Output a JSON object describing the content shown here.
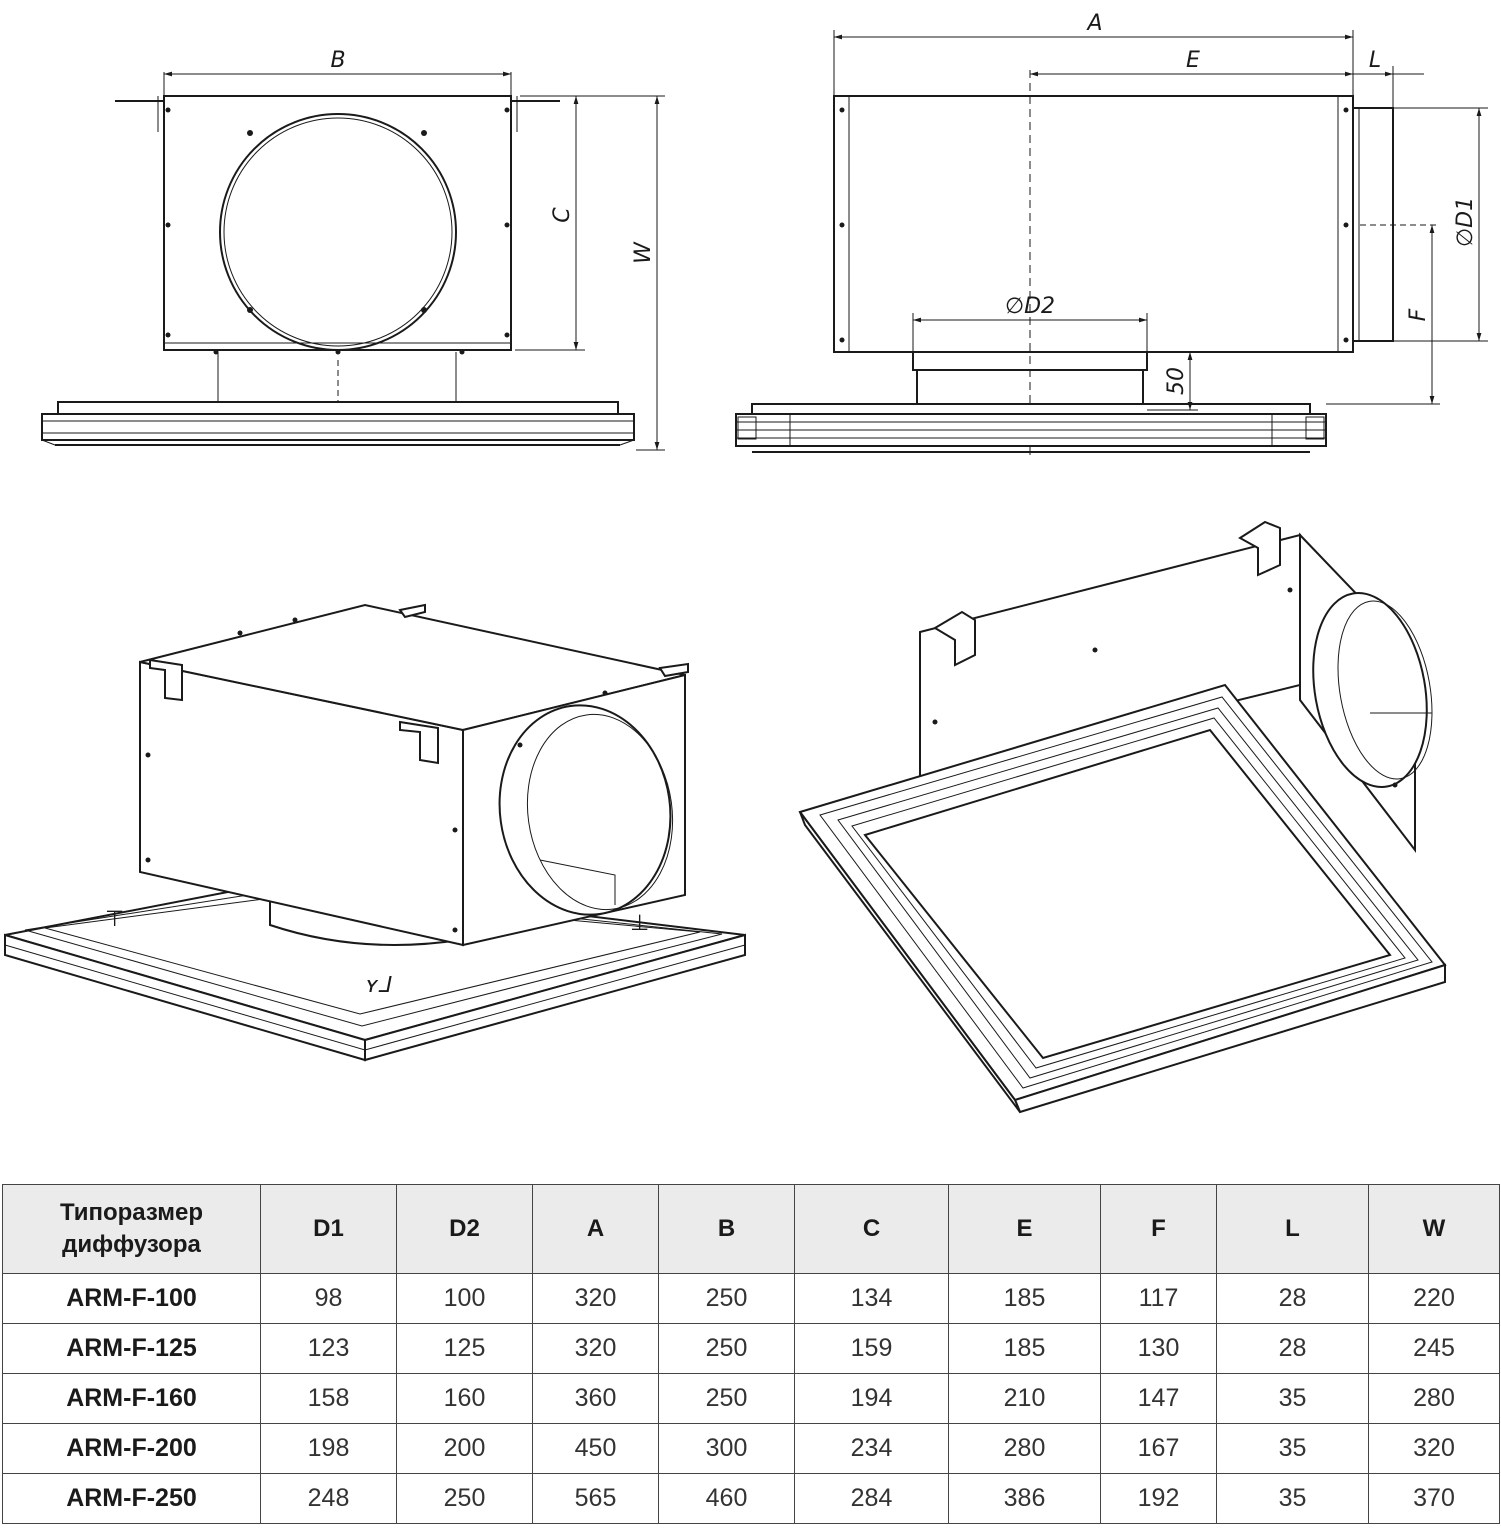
{
  "dimension_labels": {
    "A": "A",
    "B": "B",
    "C": "C",
    "E": "E",
    "F": "F",
    "L": "L",
    "W": "W",
    "D1": "D1",
    "D2": "D2",
    "fifty": "50",
    "diameter_symbol": "∅"
  },
  "table": {
    "header": {
      "size_line1": "Типоразмер",
      "size_line2": "диффузора",
      "cols": [
        "D1",
        "D2",
        "A",
        "B",
        "C",
        "E",
        "F",
        "L",
        "W"
      ]
    },
    "rows": [
      {
        "model": "ARM-F-100",
        "values": [
          "98",
          "100",
          "320",
          "250",
          "134",
          "185",
          "117",
          "28",
          "220"
        ]
      },
      {
        "model": "ARM-F-125",
        "values": [
          "123",
          "125",
          "320",
          "250",
          "159",
          "185",
          "130",
          "28",
          "245"
        ]
      },
      {
        "model": "ARM-F-160",
        "values": [
          "158",
          "160",
          "360",
          "250",
          "194",
          "210",
          "147",
          "35",
          "280"
        ]
      },
      {
        "model": "ARM-F-200",
        "values": [
          "198",
          "200",
          "450",
          "300",
          "234",
          "280",
          "167",
          "35",
          "320"
        ]
      },
      {
        "model": "ARM-F-250",
        "values": [
          "248",
          "250",
          "565",
          "460",
          "284",
          "386",
          "192",
          "35",
          "370"
        ]
      }
    ]
  }
}
